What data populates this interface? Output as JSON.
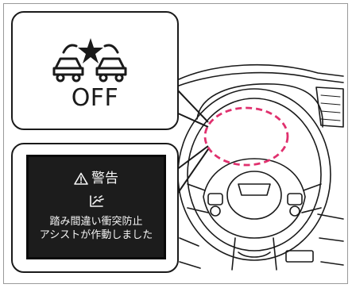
{
  "indicator": {
    "icon": "collision-assist-off-icon",
    "off_label": "OFF"
  },
  "warning_display": {
    "warning_icon": "warning-triangle-icon",
    "warning_label": "警告",
    "assist_icon": "pedal-misapplication-assist-icon",
    "message_line1": "踏み間違い衝突防止",
    "message_line2": "アシストが作動しました"
  },
  "colors": {
    "highlight_dash": "#e0306e",
    "display_bg": "#1c1c1c",
    "line_art": "#1a1a1a"
  }
}
